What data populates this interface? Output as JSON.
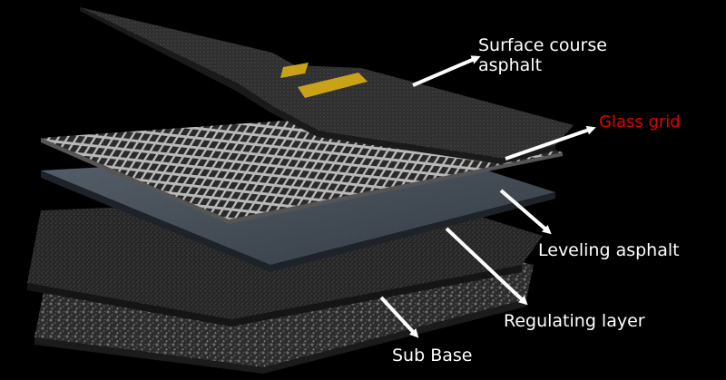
{
  "labels": {
    "surface_course_line1": "Surface course",
    "surface_course_line2": "asphalt",
    "glass_grid": "Glass grid",
    "leveling_asphalt": "Leveling asphalt",
    "regulating_layer": "Regulating layer",
    "sub_base": "Sub Base"
  },
  "colors": {
    "background": "#000000",
    "label_text": "#ffffff",
    "glass_grid_label": "#e00000",
    "arrows": "#ffffff",
    "road_marking": "#c9a21a",
    "leveling_sheet": "#3c4650",
    "grid_cells": "#2a2a2a"
  }
}
